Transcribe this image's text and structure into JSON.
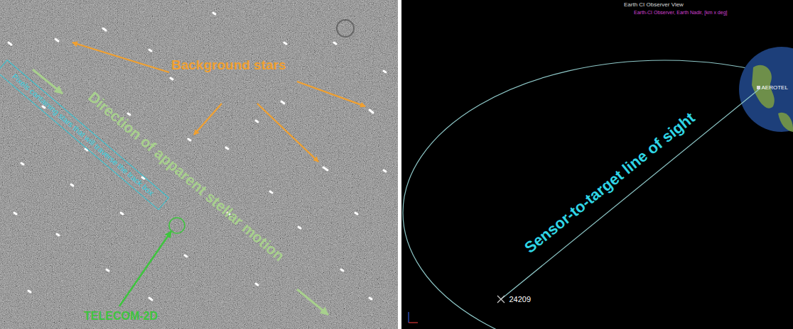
{
  "diagram": {
    "nodes": [
      {
        "text": [
          "Pixels containing stars that will traverse the track box"
        ]
      }
    ],
    "labels": [
      "Background stars",
      "Direction of apparent stellar motion",
      "TELECOM-2D",
      "Sensor-to-target line of sight",
      "AEROTEL",
      "24209",
      "Earth CI Observer View",
      "Earth-CI Observer, Earth Nadir, [km x deg]"
    ]
  }
}
